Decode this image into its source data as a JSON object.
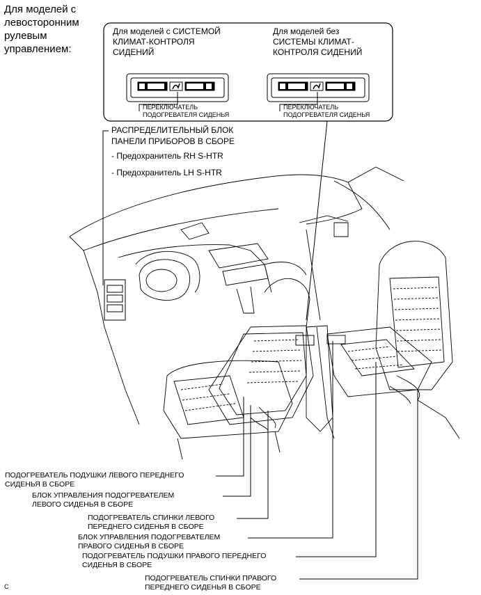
{
  "heading": "Для моделей с\nлевосторонним\nрулевым\nуправлением:",
  "inset": {
    "left_title": "Для моделей с СИСТЕМОЙ\nКЛИМАТ-КОНТРОЛЯ\nСИДЕНИЙ",
    "right_title": "Для моделей без\nСИСТЕМЫ КЛИМАТ-\nКОНТРОЛЯ СИДЕНИЙ",
    "left_switch": "ПЕРЕКЛЮЧАТЕЛЬ\nПОДОГРЕВАТЕЛЯ СИДЕНЬЯ",
    "right_switch": "ПЕРЕКЛЮЧАТЕЛЬ\nПОДОГРЕВАТЕЛЯ СИДЕНЬЯ"
  },
  "junction_block": {
    "title": "РАСПРЕДЕЛИТЕЛЬНЫЙ БЛОК\nПАНЕЛИ ПРИБОРОВ В СБОРЕ",
    "fuse_rh": "- Предохранитель RH S-HTR",
    "fuse_lh": "- Предохранитель LH S-HTR"
  },
  "callouts": [
    "ПОДОГРЕВАТЕЛЬ ПОДУШКИ ЛЕВОГО ПЕРЕДНЕГО\nСИДЕНЬЯ В СБОРЕ",
    "БЛОК УПРАВЛЕНИЯ ПОДОГРЕВАТЕЛЕМ\nЛЕВОГО СИДЕНЬЯ В СБОРЕ",
    "ПОДОГРЕВАТЕЛЬ СПИНКИ ЛЕВОГО\nПЕРЕДНЕГО СИДЕНЬЯ В СБОРЕ",
    "БЛОК УПРАВЛЕНИЯ ПОДОГРЕВАТЕЛЕМ\nПРАВОГО СИДЕНЬЯ В СБОРЕ",
    "ПОДОГРЕВАТЕЛЬ ПОДУШКИ ПРАВОГО ПЕРЕДНЕГО\nСИДЕНЬЯ В СБОРЕ",
    "ПОДОГРЕВАТЕЛЬ СПИНКИ ПРАВОГО\nПЕРЕДНЕГО СИДЕНЬЯ В СБОРЕ"
  ],
  "figure_code": "C"
}
